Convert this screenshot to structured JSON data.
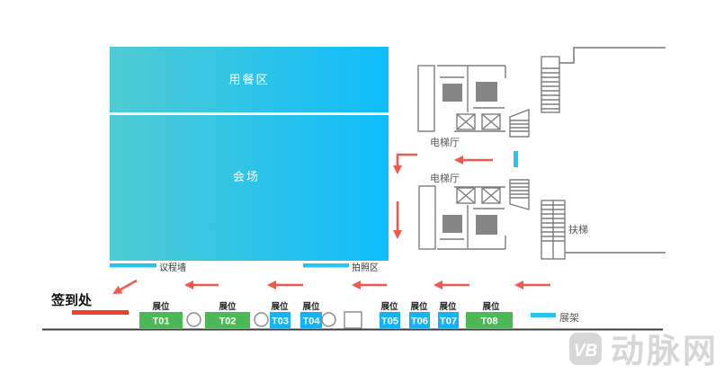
{
  "venue_map": {
    "dining_area": "用餐区",
    "conference_hall": "会场",
    "agenda_wall": "议程墙",
    "photo_area": "拍照区",
    "elevator_hall_upper": "电梯厅",
    "elevator_hall_lower": "电梯厅",
    "escalator": "扶梯",
    "checkin": "签到处",
    "booth_caption": "展位",
    "rack_legend": "展架",
    "booths": [
      {
        "id": "T01",
        "color": "green"
      },
      {
        "id": "T02",
        "color": "green"
      },
      {
        "id": "T03",
        "color": "blue"
      },
      {
        "id": "T04",
        "color": "blue"
      },
      {
        "id": "T05",
        "color": "blue"
      },
      {
        "id": "T06",
        "color": "blue"
      },
      {
        "id": "T07",
        "color": "blue"
      },
      {
        "id": "T08",
        "color": "green"
      }
    ]
  },
  "watermark": {
    "logo": "VB",
    "brand": "动脉网"
  },
  "colors": {
    "gradient_start": "#4FCBD3",
    "gradient_end": "#0FBDFB",
    "booth_green": "#4CB857",
    "booth_blue": "#16B2F6",
    "cyan_bar": "#29C3F2",
    "arrow_red": "#F2594D",
    "checkin_red": "#F43B30",
    "watermark_gray": "#D7D7D7"
  }
}
